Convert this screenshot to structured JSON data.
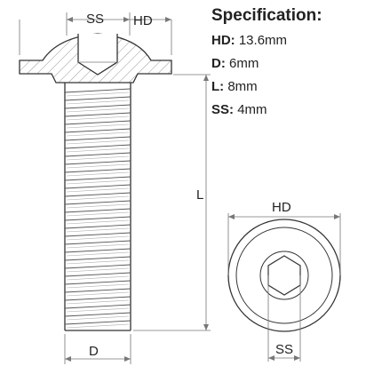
{
  "diagram": {
    "labels": {
      "ss_top": "SS",
      "hd_top": "HD",
      "l": "L",
      "d": "D",
      "hd_end": "HD",
      "ss_end": "SS"
    }
  },
  "specification": {
    "title": "Specification:",
    "rows": [
      {
        "key": "HD:",
        "value": "13.6mm"
      },
      {
        "key": "D:",
        "value": "6mm"
      },
      {
        "key": "L:",
        "value": "8mm"
      },
      {
        "key": "SS:",
        "value": "4mm"
      }
    ]
  },
  "colors": {
    "line": "#333333",
    "thin": "#777777",
    "hatch": "#999999"
  }
}
